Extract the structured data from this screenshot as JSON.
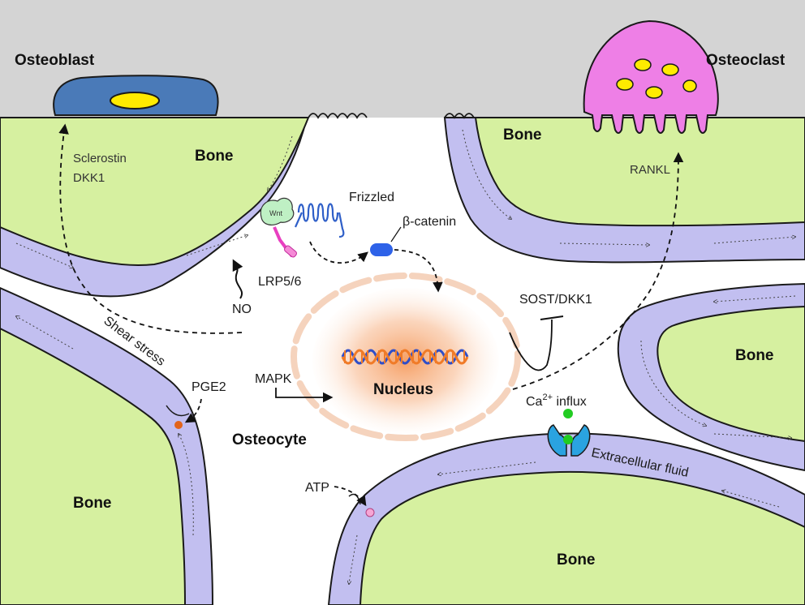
{
  "labels": {
    "osteoblast": "Osteoblast",
    "osteoclast": "Osteoclast",
    "osteocyte": "Osteocyte",
    "bone": "Bone",
    "sclerostin": "Sclerostin",
    "dkk1": "DKK1",
    "rankl": "RANKL",
    "frizzled": "Frizzled",
    "wnt": "Wnt",
    "beta_catenin": "β-catenin",
    "lrp": "LRP5/6",
    "no": "NO",
    "sost_dkk1": "SOST/DKK1",
    "mapk": "MAPK",
    "nucleus": "Nucleus",
    "ca_influx_pre": "Ca",
    "ca_influx_sup": "2+",
    "ca_influx_post": " influx",
    "pge2": "PGE2",
    "shear_stress": "Shear stress",
    "atp": "ATP",
    "extracellular_fluid": "Extracellular fluid"
  },
  "colors": {
    "background_top": "#d4d4d4",
    "bone": "#d6f0a0",
    "canal": "#c2bff0",
    "canal_stroke": "#1a1a1a",
    "osteoblast": "#4a7ab8",
    "osteoclast": "#ee7fe6",
    "nucleus_glow": "#f6a877",
    "dna_orange": "#f07b28",
    "dna_blue": "#2f4ec8",
    "frizzled": "#3a6fd6",
    "beta_catenin": "#2e62e8",
    "ca_channel": "#2aa3e0",
    "ca_ion": "#22cc22",
    "pge2": "#e26419",
    "atp": "#f6a6d4",
    "yellow": "#ffeb00"
  }
}
